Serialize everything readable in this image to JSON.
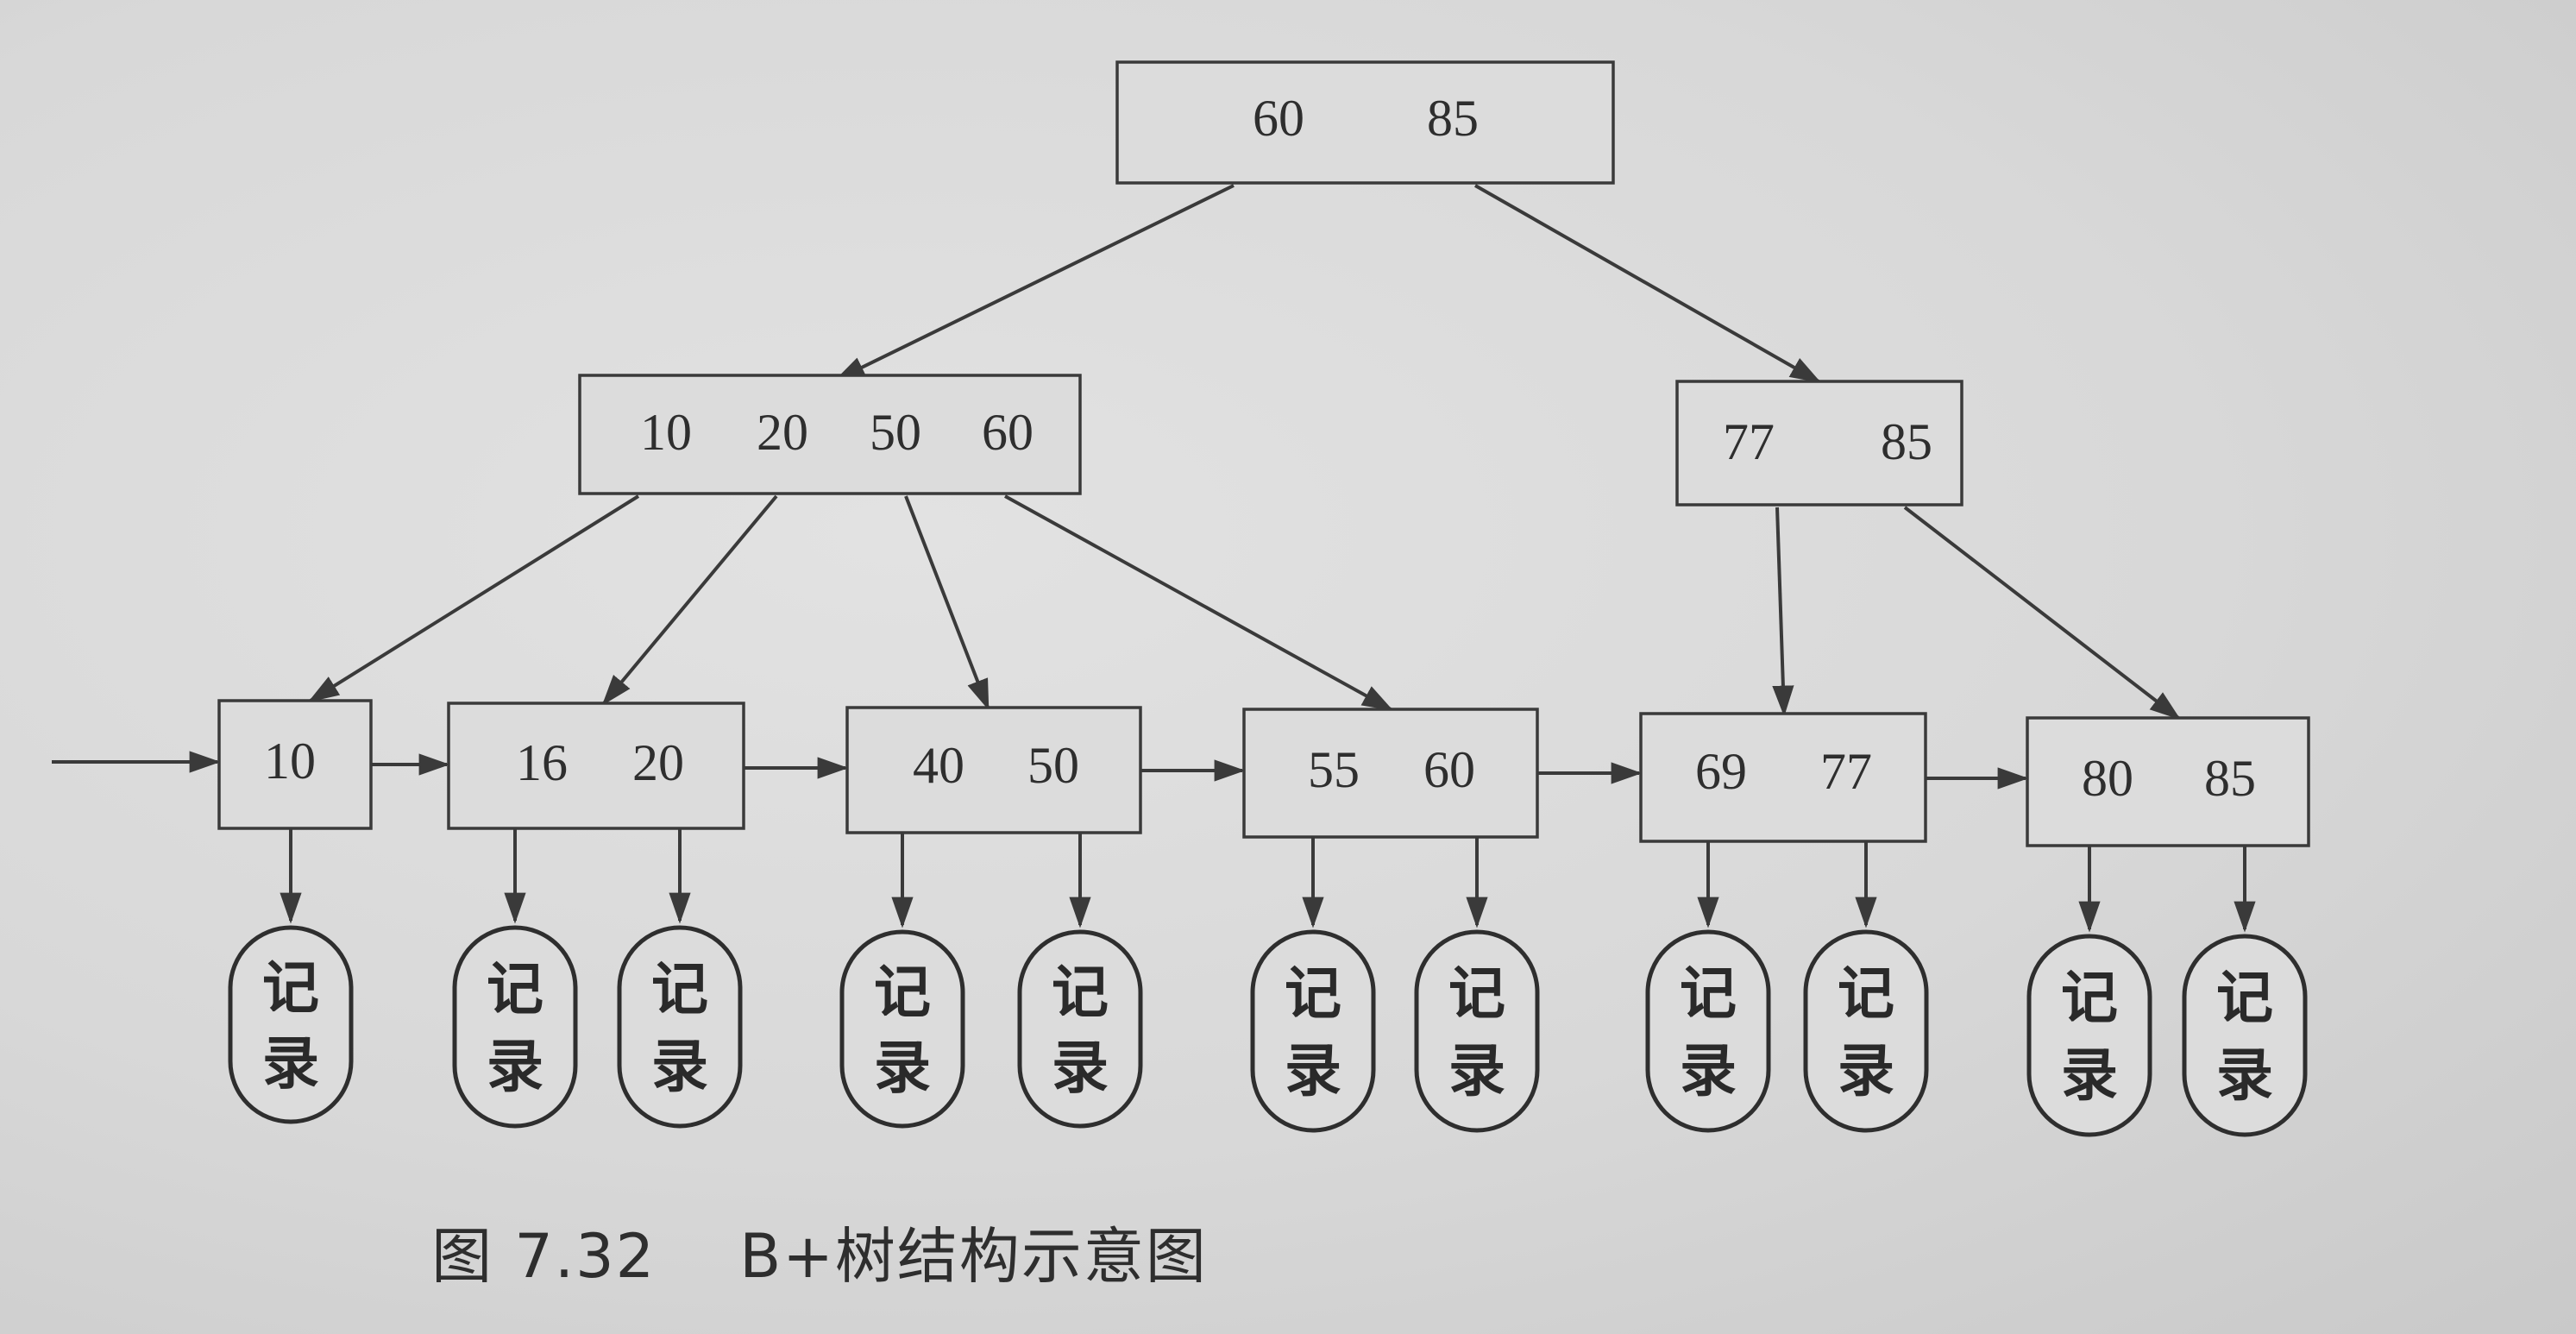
{
  "root": {
    "keys": [
      "60",
      "85"
    ]
  },
  "internal": [
    {
      "keys": [
        "10",
        "20",
        "50",
        "60"
      ]
    },
    {
      "keys": [
        "77",
        "85"
      ]
    }
  ],
  "leaves": [
    {
      "keys": [
        "10"
      ]
    },
    {
      "keys": [
        "16",
        "20"
      ]
    },
    {
      "keys": [
        "40",
        "50"
      ]
    },
    {
      "keys": [
        "55",
        "60"
      ]
    },
    {
      "keys": [
        "69",
        "77"
      ]
    },
    {
      "keys": [
        "80",
        "85"
      ]
    }
  ],
  "record_label_top": "记",
  "record_label_bottom": "录",
  "caption": {
    "figure_number": "图 7.32",
    "title": "B+树结构示意图"
  }
}
